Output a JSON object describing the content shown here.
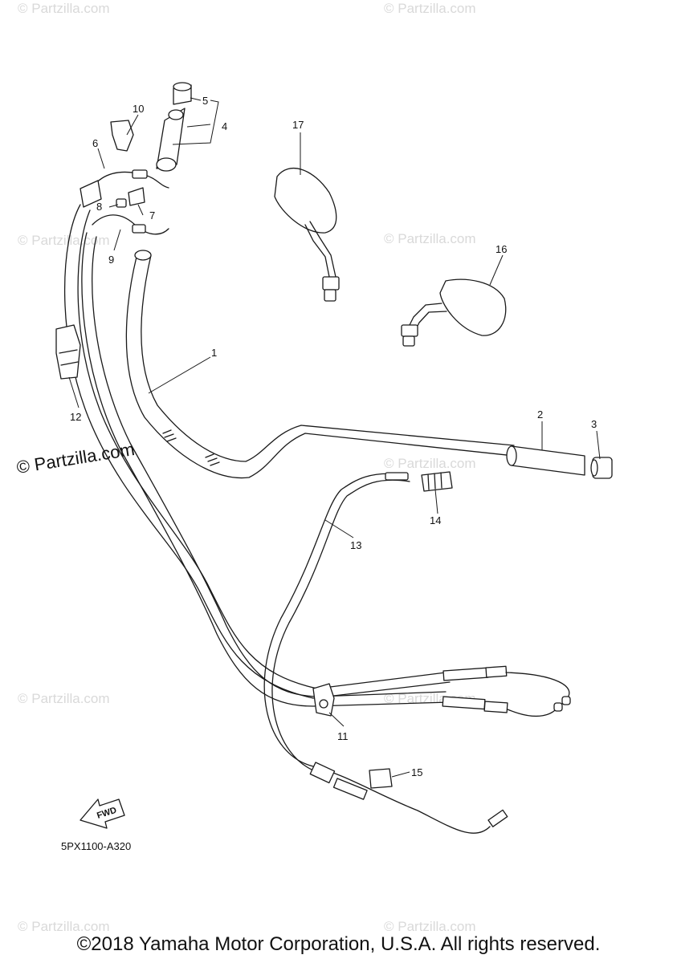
{
  "watermarks": {
    "text": "© Partzilla.com",
    "main": "© Partzilla.com"
  },
  "diagram": {
    "code": "5PX1100-A320",
    "fwd_label": "FWD",
    "callouts": [
      {
        "id": "1",
        "label": "1"
      },
      {
        "id": "2",
        "label": "2"
      },
      {
        "id": "3",
        "label": "3"
      },
      {
        "id": "4",
        "label": "4"
      },
      {
        "id": "5",
        "label": "5"
      },
      {
        "id": "6",
        "label": "6"
      },
      {
        "id": "7",
        "label": "7"
      },
      {
        "id": "8",
        "label": "8"
      },
      {
        "id": "9",
        "label": "9"
      },
      {
        "id": "10",
        "label": "10"
      },
      {
        "id": "11",
        "label": "11"
      },
      {
        "id": "12",
        "label": "12"
      },
      {
        "id": "13",
        "label": "13"
      },
      {
        "id": "14",
        "label": "14"
      },
      {
        "id": "15",
        "label": "15"
      },
      {
        "id": "16",
        "label": "16"
      },
      {
        "id": "17",
        "label": "17"
      }
    ]
  },
  "footer": {
    "copyright": "©2018 Yamaha Motor Corporation, U.S.A. All rights reserved."
  }
}
